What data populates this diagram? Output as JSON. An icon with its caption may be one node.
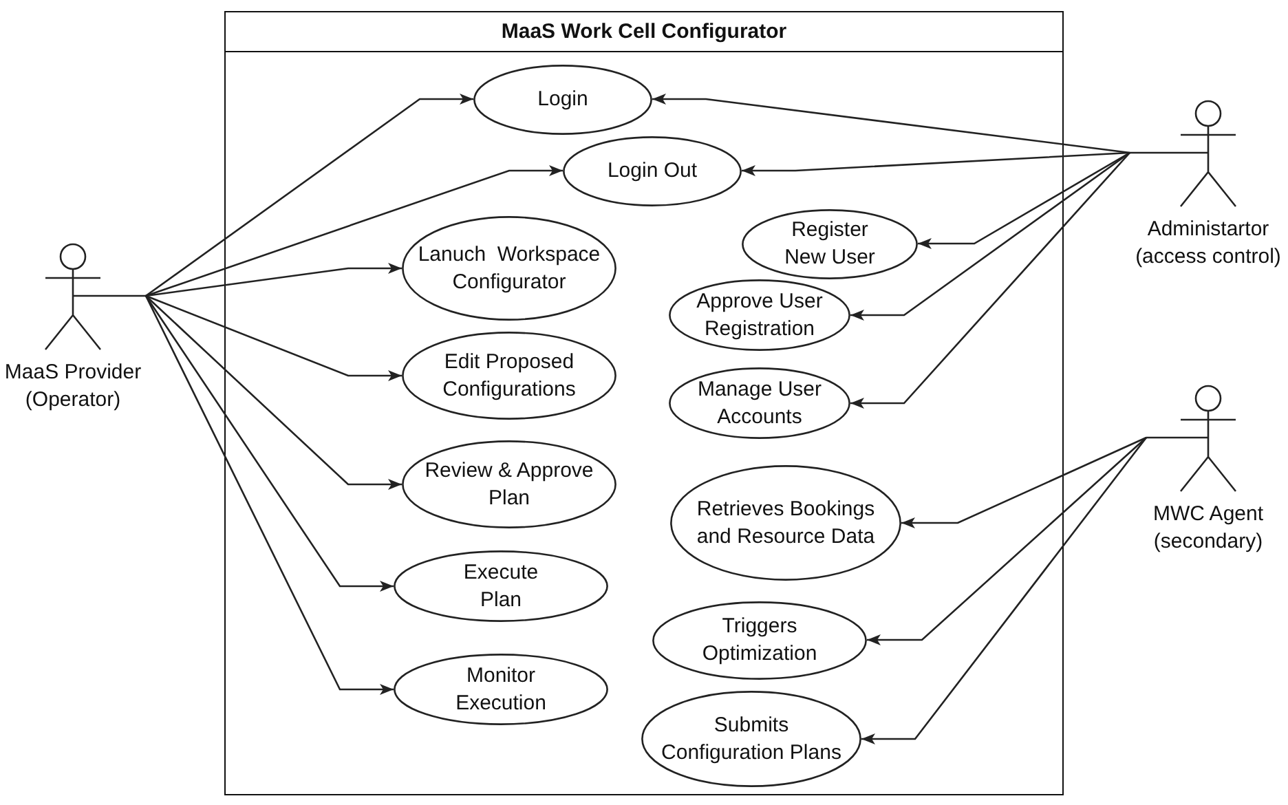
{
  "diagram": {
    "nodes": [
      {
        "text": [
          "MaaS Provider (Operator)"
        ]
      },
      {
        "text": [
          "MaaS Work Cell Configurator"
        ]
      },
      {
        "text": [
          "Login"
        ],
        "in": 1
      },
      {
        "text": [
          "Login Out"
        ],
        "in": 1
      },
      {
        "text": [
          "Lanuch  Workspace Configurator"
        ],
        "in": 1
      },
      {
        "text": [
          "Register New User"
        ],
        "in": 1
      },
      {
        "text": [
          "Approve User Registration"
        ],
        "in": 1
      },
      {
        "text": [
          "Edit Proposed Configurations"
        ],
        "in": 1
      },
      {
        "text": [
          "Manage User Accounts"
        ],
        "in": 1
      },
      {
        "text": [
          "Review & Approve Plan"
        ],
        "in": 1
      },
      {
        "text": [
          "Retrieves Bookings and Resource Data"
        ],
        "in": 1
      },
      {
        "text": [
          "Execute Plan"
        ],
        "in": 1
      },
      {
        "text": [
          "Triggers Optimization"
        ],
        "in": 1
      },
      {
        "text": [
          "Monitor Execution"
        ],
        "in": 1
      },
      {
        "text": [
          "Submits Configuration Plans"
        ],
        "in": 1
      },
      {
        "text": [
          "Administartor (access control)"
        ]
      },
      {
        "text": [
          "MWC Agent (secondary)"
        ]
      }
    ],
    "edges": [
      {
        "from": 0,
        "to": 2,
        "arrow": "to"
      },
      {
        "from": 0,
        "to": 3,
        "arrow": "to"
      },
      {
        "from": 0,
        "to": 4,
        "arrow": "to"
      },
      {
        "from": 0,
        "to": 7,
        "arrow": "to"
      },
      {
        "from": 0,
        "to": 9,
        "arrow": "to"
      },
      {
        "from": 0,
        "to": 11,
        "arrow": "to"
      },
      {
        "from": 0,
        "to": 13,
        "arrow": "to"
      },
      {
        "from": 15,
        "to": 2,
        "arrow": "to"
      },
      {
        "from": 15,
        "to": 3,
        "arrow": "to"
      },
      {
        "from": 15,
        "to": 5,
        "arrow": "to"
      },
      {
        "from": 15,
        "to": 6,
        "arrow": "to"
      },
      {
        "from": 15,
        "to": 8,
        "arrow": "to"
      },
      {
        "from": 16,
        "to": 10,
        "arrow": "to"
      },
      {
        "from": 16,
        "to": 12,
        "arrow": "to"
      },
      {
        "from": 16,
        "to": 14,
        "arrow": "to"
      }
    ]
  }
}
